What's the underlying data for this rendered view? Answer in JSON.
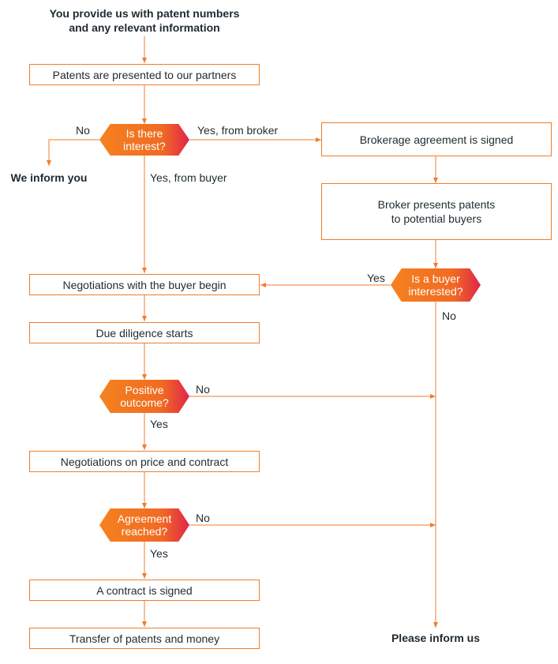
{
  "start": "You provide us with patent numbers\nand any relevant information",
  "steps": {
    "presented": "Patents are presented to our partners",
    "brokerage": "Brokerage agreement is signed",
    "broker_presents": "Broker presents patents\nto potential buyers",
    "negotiations": "Negotiations with the buyer begin",
    "due_diligence": "Due diligence starts",
    "price": "Negotiations on price and contract",
    "contract": "A contract is signed",
    "transfer": "Transfer of patents and money"
  },
  "decisions": {
    "interest": "Is there\ninterest?",
    "buyer_interested": "Is a buyer\ninterested?",
    "positive": "Positive\noutcome?",
    "agreement": "Agreement\nreached?"
  },
  "labels": {
    "no": "No",
    "yes": "Yes",
    "yes_broker": "Yes, from broker",
    "yes_buyer": "Yes, from buyer"
  },
  "ends": {
    "we_inform": "We inform you",
    "please_inform": "Please inform us"
  },
  "colors": {
    "accent": "#f07d2b",
    "gradient_end": "#e0254b"
  }
}
